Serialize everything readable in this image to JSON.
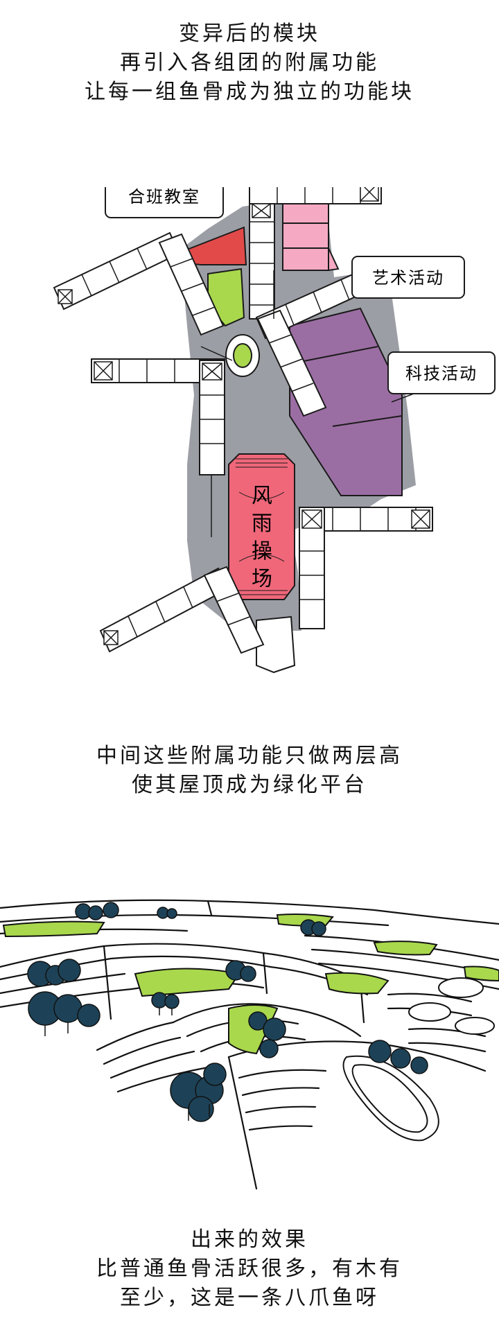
{
  "captions": {
    "top": [
      "变异后的模块",
      "再引入各组团的附属功能",
      "让每一组鱼骨成为独立的功能块"
    ],
    "middle": [
      "中间这些附属功能只做两层高",
      "使其屋顶成为绿化平台"
    ],
    "bottom": [
      "出来的效果",
      "比普通鱼骨活跃很多，有木有",
      "至少，这是一条八爪鱼呀"
    ]
  },
  "plan": {
    "labels": {
      "combined_classroom": "合班教室",
      "art_activity": "艺术活动",
      "tech_activity": "科技活动",
      "playground": [
        "风",
        "雨",
        "操",
        "场"
      ]
    },
    "colors": {
      "combined_classroom": "#e24a4a",
      "art_activity": "#f5a9c3",
      "tech_activity": "#9b6ea3",
      "playground": "#f0677a",
      "green": "#a9d84d",
      "courtyard": "#9c9ea5",
      "outline": "#1a1a1a"
    }
  },
  "sketch": {
    "colors": {
      "tree": "#1d4257",
      "green": "#a9d84d",
      "line": "#111111"
    }
  }
}
